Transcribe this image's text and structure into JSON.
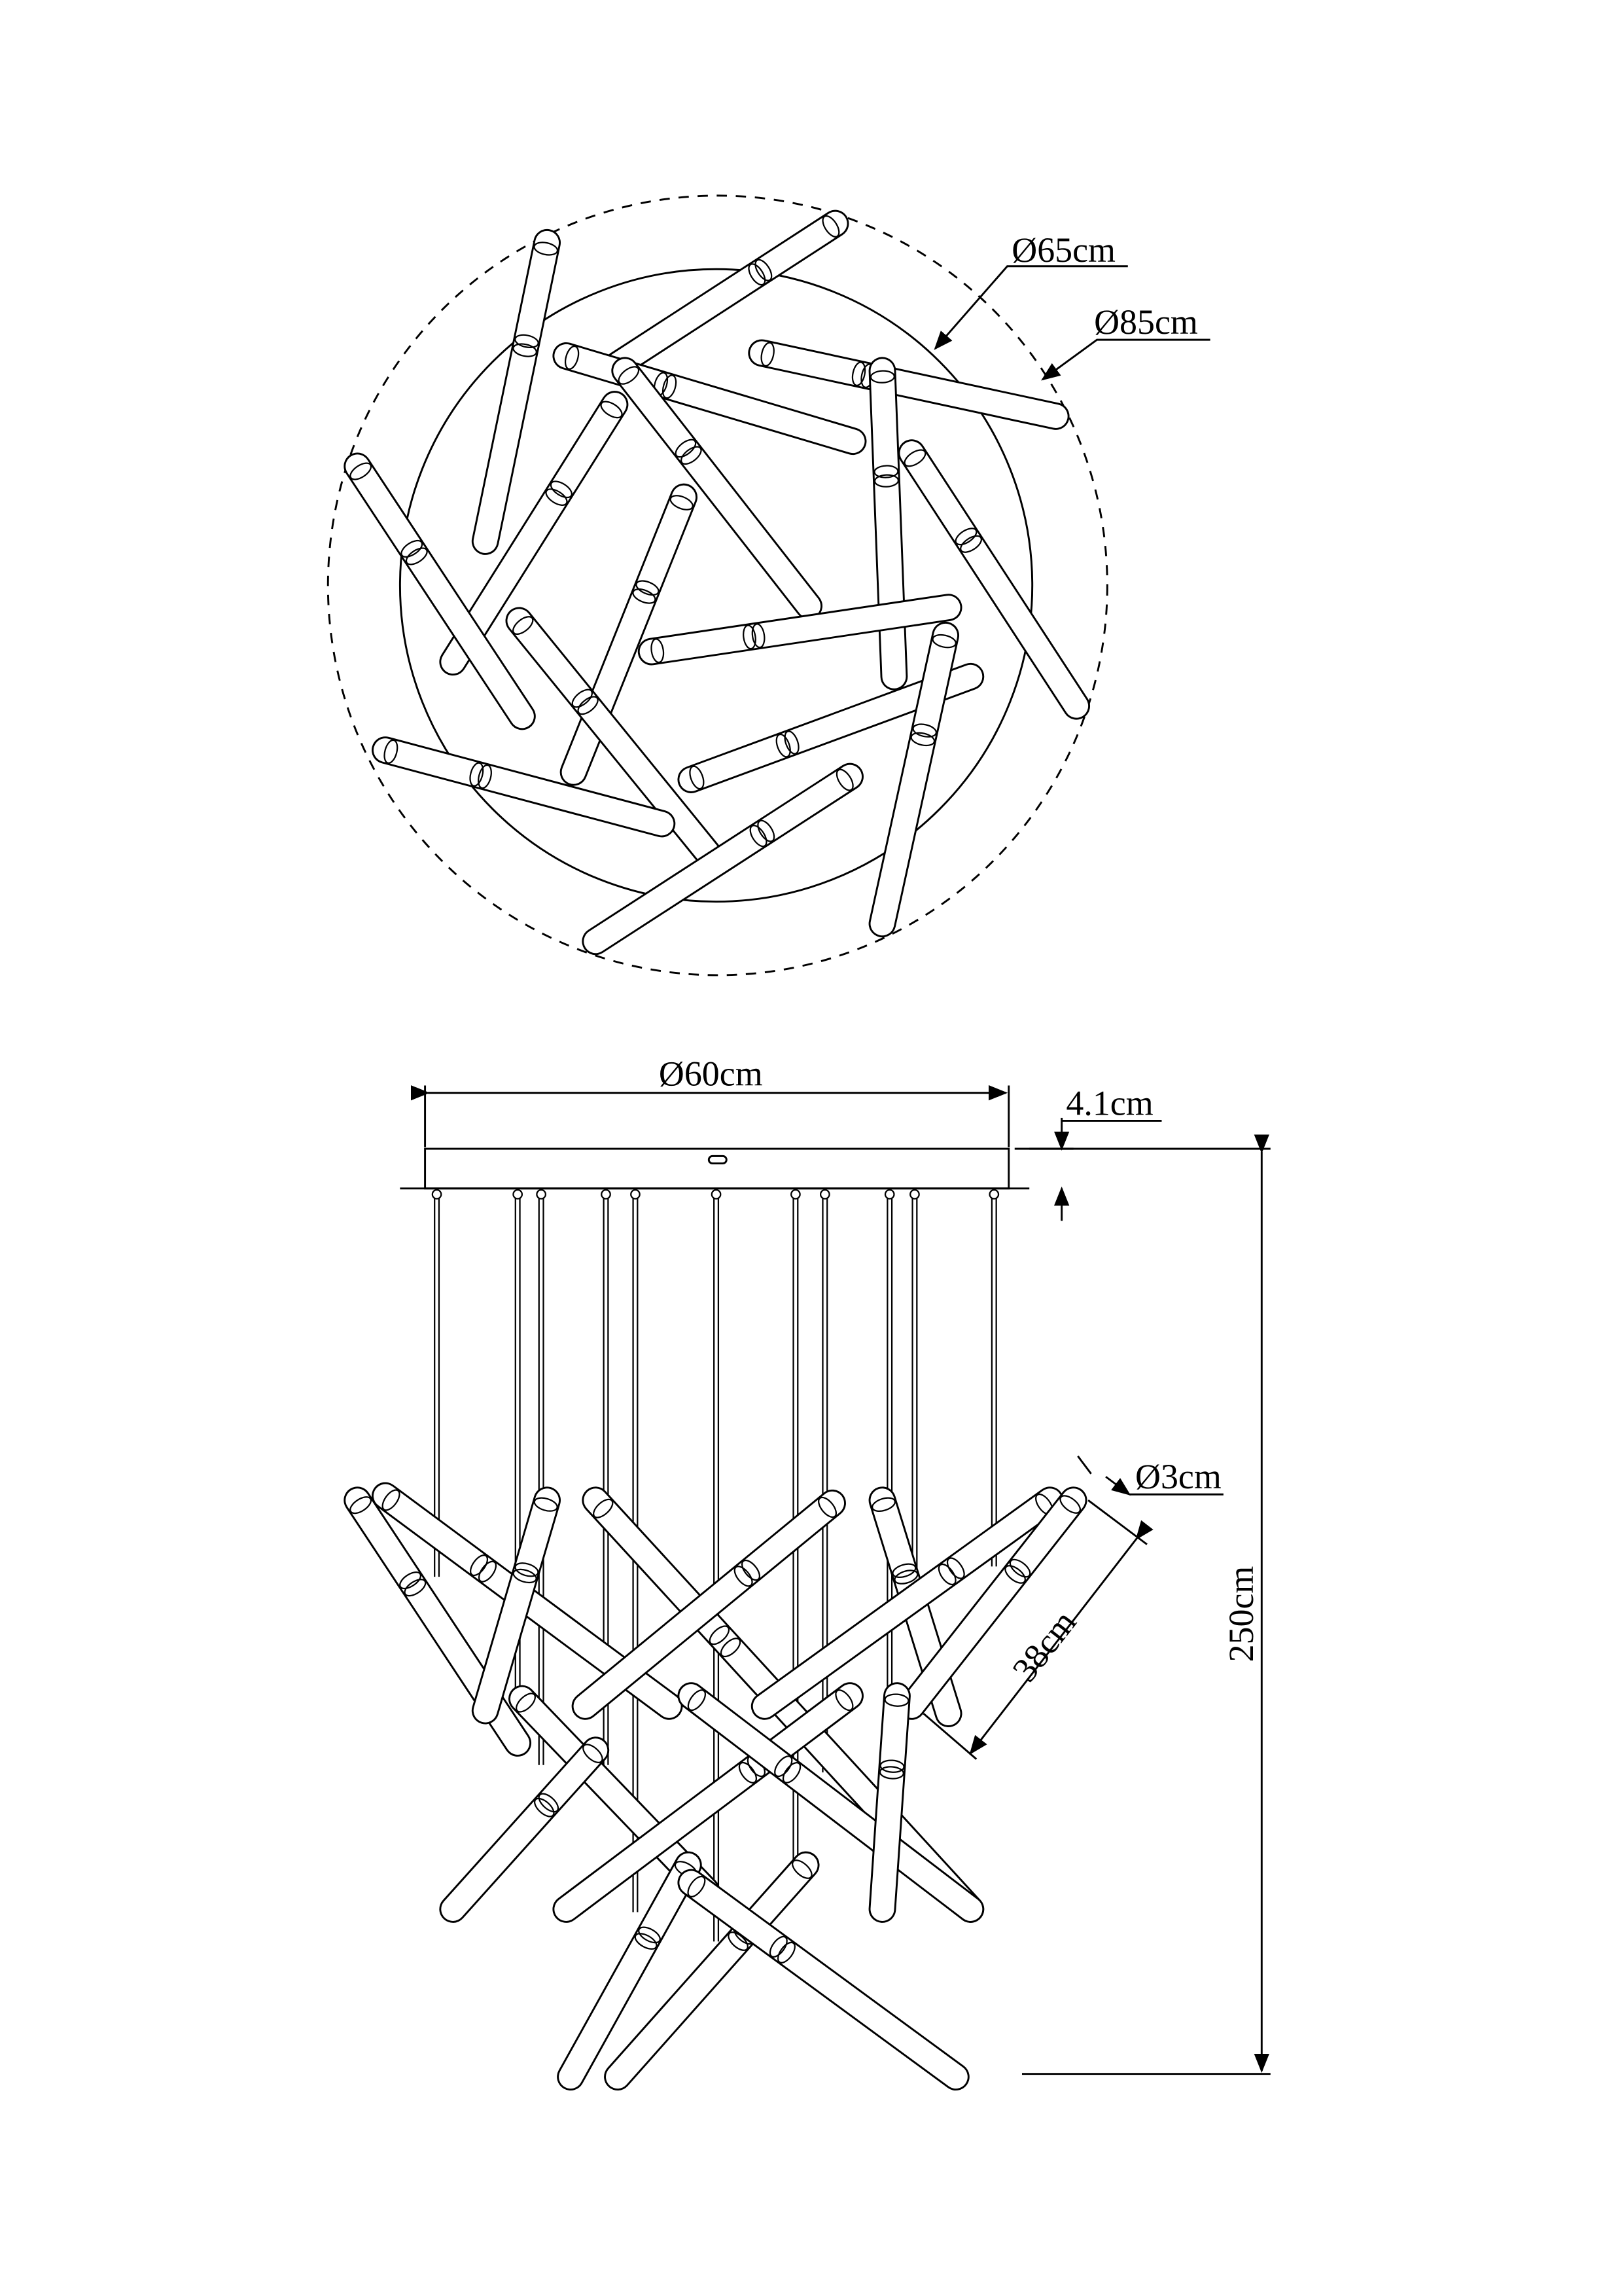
{
  "top_view": {
    "inner_diameter_label": "Ø65cm",
    "outer_diameter_label": "Ø85cm"
  },
  "side_view": {
    "canopy_diameter_label": "Ø60cm",
    "canopy_height_label": "4.1cm",
    "tube_diameter_label": "Ø3cm",
    "tube_length_label": "38cm",
    "total_height_label": "250cm"
  },
  "colors": {
    "line": "#000000",
    "background": "#ffffff"
  }
}
